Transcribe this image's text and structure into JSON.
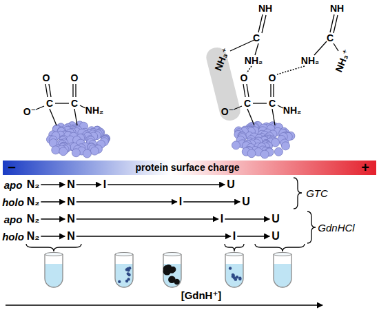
{
  "diagram": {
    "nodes": [
      {
        "text": [
          "N₂"
        ]
      },
      {
        "text": [
          "N"
        ]
      },
      {
        "text": [
          "I"
        ]
      },
      {
        "text": [
          "U"
        ]
      },
      {
        "text": [
          "N₂"
        ]
      },
      {
        "text": [
          "N"
        ]
      },
      {
        "text": [
          "I"
        ]
      },
      {
        "text": [
          "U"
        ]
      },
      {
        "text": [
          "N₂"
        ]
      },
      {
        "text": [
          "N"
        ]
      },
      {
        "text": [
          "I"
        ]
      },
      {
        "text": [
          "U"
        ]
      },
      {
        "text": [
          "N₂"
        ]
      },
      {
        "text": [
          "N"
        ]
      },
      {
        "text": [
          "I"
        ]
      },
      {
        "text": [
          "U"
        ]
      }
    ],
    "edges": [
      {
        "from": 0,
        "to": 1,
        "arrow": "to"
      },
      {
        "from": 1,
        "to": 2,
        "arrow": "to"
      },
      {
        "from": 2,
        "to": 3,
        "arrow": "to"
      },
      {
        "from": 4,
        "to": 5,
        "arrow": "to"
      },
      {
        "from": 5,
        "to": 6,
        "arrow": "to"
      },
      {
        "from": 6,
        "to": 7,
        "arrow": "to"
      },
      {
        "from": 8,
        "to": 9,
        "arrow": "to"
      },
      {
        "from": 9,
        "to": 10,
        "arrow": "to"
      },
      {
        "from": 10,
        "to": 11,
        "arrow": "to"
      },
      {
        "from": 12,
        "to": 13,
        "arrow": "to"
      },
      {
        "from": 13,
        "to": 14,
        "arrow": "to"
      },
      {
        "from": 14,
        "to": 15,
        "arrow": "to"
      }
    ],
    "labels": [
      "NH",
      "NH",
      "C",
      "C",
      "NH₃⁺",
      "NH₂",
      "NH₂",
      "NH₃⁺",
      "O",
      "O",
      "O⁻",
      "C",
      "C",
      "NH₂",
      "O",
      "O",
      "O⁻",
      "C",
      "C",
      "NH₂",
      "−",
      "protein surface charge",
      "+",
      "apo",
      "holo",
      "apo",
      "holo",
      "GTC",
      "GdnHCl",
      "[GdnH⁺]"
    ]
  }
}
